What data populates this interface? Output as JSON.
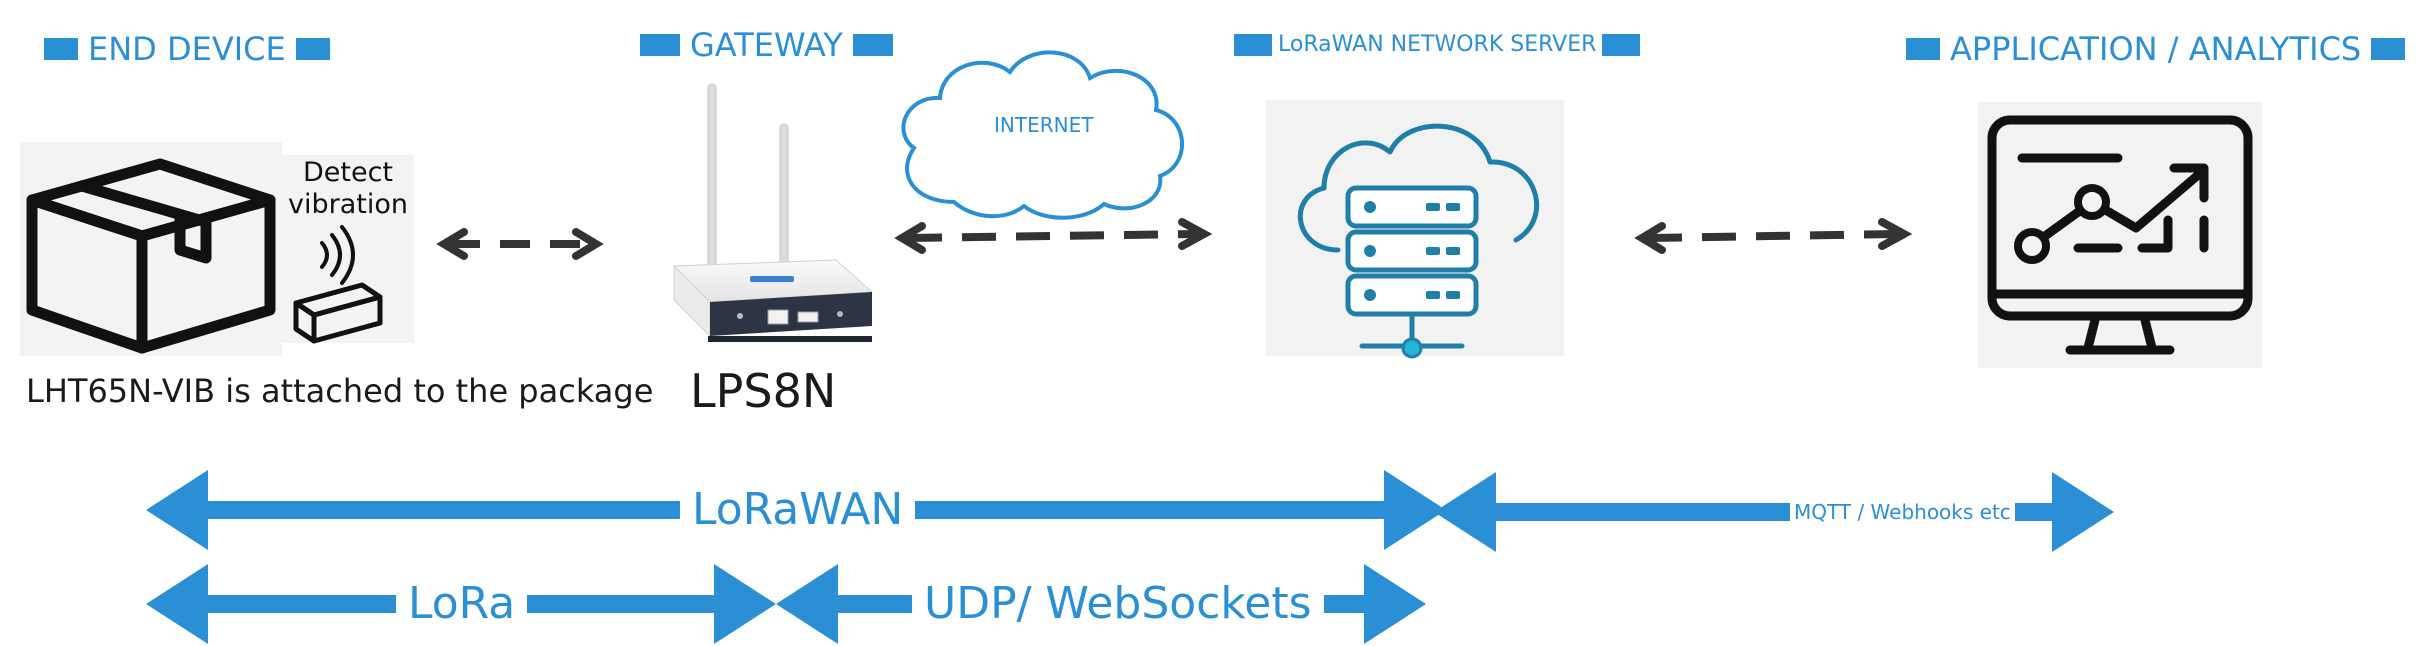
{
  "headers": {
    "end_device": "END DEVICE",
    "gateway": "GATEWAY",
    "network_server": "LoRaWAN NETWORK SERVER",
    "application": "APPLICATION / ANALYTICS"
  },
  "end_device": {
    "detect_line1": "Detect",
    "detect_line2": "vibration",
    "caption": "LHT65N-VIB is attached to the package"
  },
  "gateway": {
    "name": "LPS8N"
  },
  "internet": {
    "label": "INTERNET"
  },
  "flows": {
    "lorawan": "LoRaWAN",
    "mqtt": "MQTT / Webhooks etc",
    "lora": "LoRa",
    "udp": "UDP/ WebSockets"
  },
  "colors": {
    "accent": "#2b8fd6",
    "dark_arrow": "#333333",
    "server_icon": "#1f7fa8"
  }
}
